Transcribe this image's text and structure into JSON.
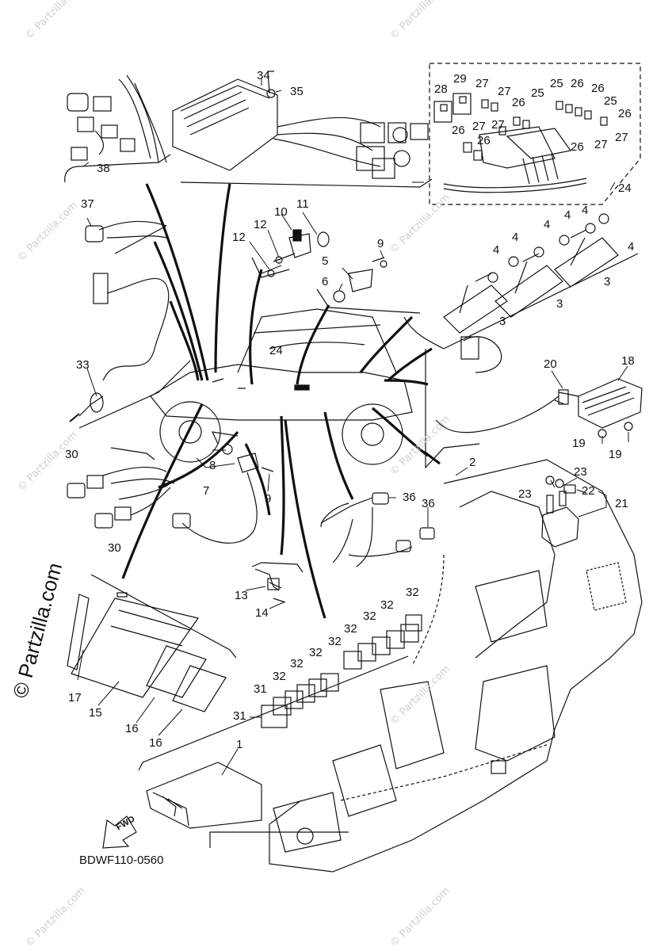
{
  "diagram": {
    "doc_id": "BDWF110-0560",
    "brand": "© Partzilla.com",
    "watermark": "© Partzilla.com",
    "fwd_label": "FWD",
    "callouts": [
      {
        "id": "c34",
        "text": "34"
      },
      {
        "id": "c35",
        "text": "35"
      },
      {
        "id": "c38",
        "text": "38"
      },
      {
        "id": "c37",
        "text": "37"
      },
      {
        "id": "c10",
        "text": "10"
      },
      {
        "id": "c11",
        "text": "11"
      },
      {
        "id": "c12a",
        "text": "12"
      },
      {
        "id": "c12b",
        "text": "12"
      },
      {
        "id": "c9a",
        "text": "9"
      },
      {
        "id": "c5",
        "text": "5"
      },
      {
        "id": "c6",
        "text": "6"
      },
      {
        "id": "c28",
        "text": "28"
      },
      {
        "id": "c29",
        "text": "29"
      },
      {
        "id": "c27a",
        "text": "27"
      },
      {
        "id": "c27b",
        "text": "27"
      },
      {
        "id": "c25a",
        "text": "25"
      },
      {
        "id": "c25b",
        "text": "25"
      },
      {
        "id": "c26a",
        "text": "26"
      },
      {
        "id": "c26b",
        "text": "26"
      },
      {
        "id": "c26c",
        "text": "26"
      },
      {
        "id": "c25c",
        "text": "25"
      },
      {
        "id": "c26d",
        "text": "26"
      },
      {
        "id": "c27c",
        "text": "27"
      },
      {
        "id": "c26e",
        "text": "26"
      },
      {
        "id": "c27d",
        "text": "27"
      },
      {
        "id": "c26f",
        "text": "26"
      },
      {
        "id": "c26g",
        "text": "26"
      },
      {
        "id": "c27e",
        "text": "27"
      },
      {
        "id": "c27f",
        "text": "27"
      },
      {
        "id": "c24a",
        "text": "24"
      },
      {
        "id": "c4a",
        "text": "4"
      },
      {
        "id": "c4b",
        "text": "4"
      },
      {
        "id": "c4c",
        "text": "4"
      },
      {
        "id": "c4d",
        "text": "4"
      },
      {
        "id": "c4e",
        "text": "4"
      },
      {
        "id": "c4f",
        "text": "4"
      },
      {
        "id": "c3a",
        "text": "3"
      },
      {
        "id": "c3b",
        "text": "3"
      },
      {
        "id": "c3c",
        "text": "3"
      },
      {
        "id": "c33",
        "text": "33"
      },
      {
        "id": "c24b",
        "text": "24"
      },
      {
        "id": "c20",
        "text": "20"
      },
      {
        "id": "c18",
        "text": "18"
      },
      {
        "id": "c19a",
        "text": "19"
      },
      {
        "id": "c19b",
        "text": "19"
      },
      {
        "id": "c30a",
        "text": "30"
      },
      {
        "id": "c30b",
        "text": "30"
      },
      {
        "id": "c8",
        "text": "8"
      },
      {
        "id": "c7",
        "text": "7"
      },
      {
        "id": "c9b",
        "text": "9"
      },
      {
        "id": "c2",
        "text": "2"
      },
      {
        "id": "c36a",
        "text": "36"
      },
      {
        "id": "c36b",
        "text": "36"
      },
      {
        "id": "c23a",
        "text": "23"
      },
      {
        "id": "c23b",
        "text": "23"
      },
      {
        "id": "c22",
        "text": "22"
      },
      {
        "id": "c21",
        "text": "21"
      },
      {
        "id": "c13",
        "text": "13"
      },
      {
        "id": "c14",
        "text": "14"
      },
      {
        "id": "c32a",
        "text": "32"
      },
      {
        "id": "c32b",
        "text": "32"
      },
      {
        "id": "c32c",
        "text": "32"
      },
      {
        "id": "c32d",
        "text": "32"
      },
      {
        "id": "c32e",
        "text": "32"
      },
      {
        "id": "c32f",
        "text": "32"
      },
      {
        "id": "c32g",
        "text": "32"
      },
      {
        "id": "c32h",
        "text": "32"
      },
      {
        "id": "c31a",
        "text": "31"
      },
      {
        "id": "c31b",
        "text": "31"
      },
      {
        "id": "c17",
        "text": "17"
      },
      {
        "id": "c15",
        "text": "15"
      },
      {
        "id": "c16a",
        "text": "16"
      },
      {
        "id": "c16b",
        "text": "16"
      },
      {
        "id": "c1",
        "text": "1"
      }
    ]
  }
}
